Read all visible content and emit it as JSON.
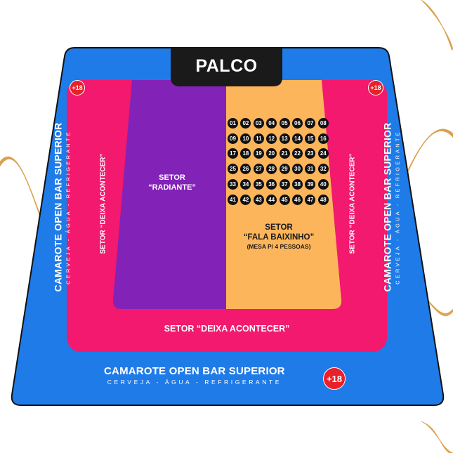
{
  "stage": {
    "label": "PALCO"
  },
  "colors": {
    "camarote": "#1f7be8",
    "deixa_acontecer": "#f2196e",
    "radiante": "#8322b7",
    "fala_baixinho": "#fdb55b",
    "stage": "#1a1a1a",
    "age_badge": "#e8202a",
    "decor_lines": "#d9a14f"
  },
  "camarote": {
    "title": "CAMAROTE OPEN BAR SUPERIOR",
    "subtitle": "CERVEJA - ÁGUA - REFRIGERANTE",
    "age_badge": "+18"
  },
  "sectors": {
    "deixa_acontecer": {
      "label": "SETOR “DEIXA ACONTECER”"
    },
    "radiante": {
      "line1": "SETOR",
      "line2": "“RADIANTE”"
    },
    "fala_baixinho": {
      "line1": "SETOR",
      "line2": "“FALA BAIXINHO”",
      "note": "(MESA P/ 4 PESSOAS)"
    }
  },
  "tables": [
    "01",
    "02",
    "03",
    "04",
    "05",
    "06",
    "07",
    "08",
    "09",
    "10",
    "11",
    "12",
    "13",
    "14",
    "15",
    "16",
    "17",
    "18",
    "19",
    "20",
    "21",
    "22",
    "23",
    "24",
    "25",
    "26",
    "27",
    "28",
    "29",
    "30",
    "31",
    "32",
    "33",
    "34",
    "35",
    "36",
    "37",
    "38",
    "39",
    "40",
    "41",
    "42",
    "43",
    "44",
    "45",
    "46",
    "47",
    "48"
  ]
}
